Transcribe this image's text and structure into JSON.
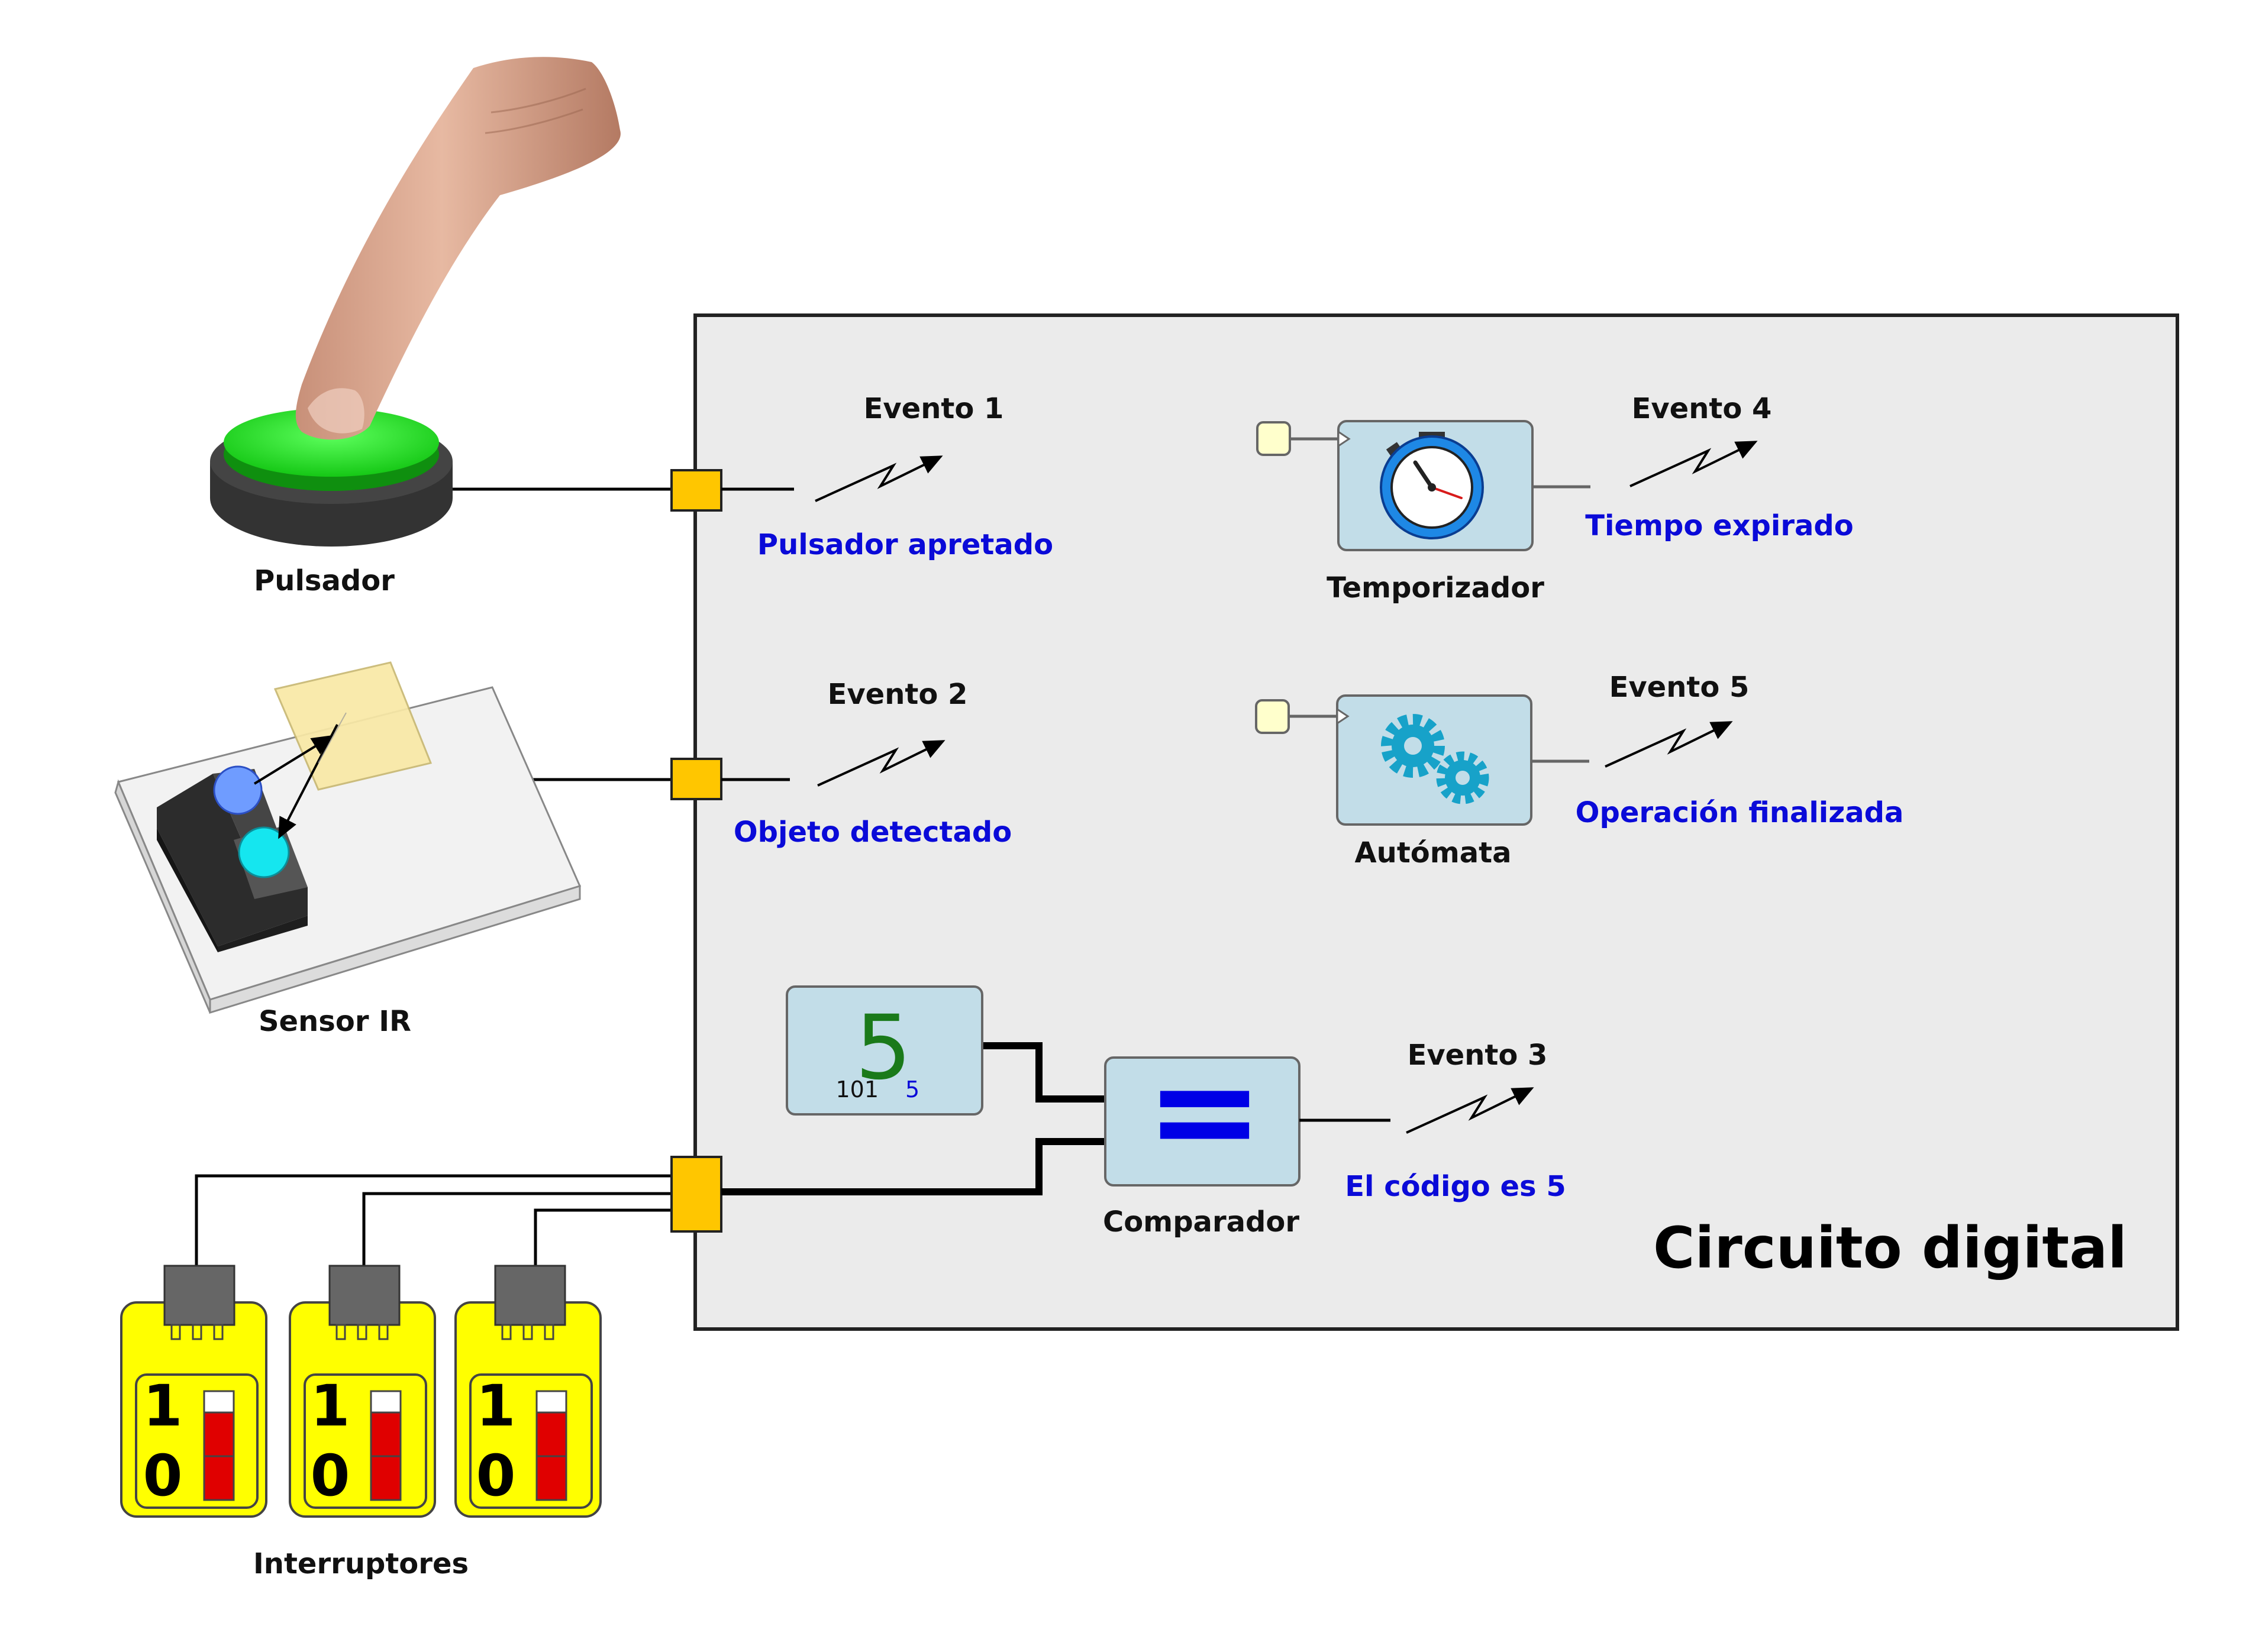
{
  "diagram": {
    "title": "Circuito digital",
    "colors": {
      "panel_fill": "#ebebeb",
      "panel_stroke": "#222222",
      "port_fill": "#ffc600",
      "event_text": "#0a0ad8",
      "block_fill": "#c2dde8",
      "button_green": "#22e022",
      "switch_yellow": "#ffff00",
      "switch_red": "#e00000",
      "display_green": "#1a7a1a",
      "equal_blue": "#0000e6"
    },
    "inputs": {
      "pulsador": {
        "label": "Pulsador",
        "icon": "push-button-icon"
      },
      "sensor": {
        "label": "Sensor IR",
        "icon": "ir-sensor-icon"
      },
      "interruptores": {
        "label": "Interruptores",
        "icon": "switch-icon"
      }
    },
    "events": [
      {
        "name": "Evento 1",
        "desc": "Pulsador apretado"
      },
      {
        "name": "Evento 2",
        "desc": "Objeto detectado"
      },
      {
        "name": "Evento 3",
        "desc": "El código es 5"
      },
      {
        "name": "Evento 4",
        "desc": "Tiempo expirado"
      },
      {
        "name": "Evento 5",
        "desc": "Operación finalizada"
      }
    ],
    "blocks": {
      "temporizador": {
        "label": "Temporizador",
        "icon": "stopwatch-icon"
      },
      "automata": {
        "label": "Autómata",
        "icon": "gears-icon"
      },
      "comparador": {
        "label": "Comparador",
        "symbol": "="
      },
      "constante": {
        "value": "5",
        "binary": "101",
        "decimal": "5"
      }
    },
    "switches": [
      {
        "high": "1",
        "low": "0"
      },
      {
        "high": "1",
        "low": "0"
      },
      {
        "high": "1",
        "low": "0"
      }
    ]
  }
}
